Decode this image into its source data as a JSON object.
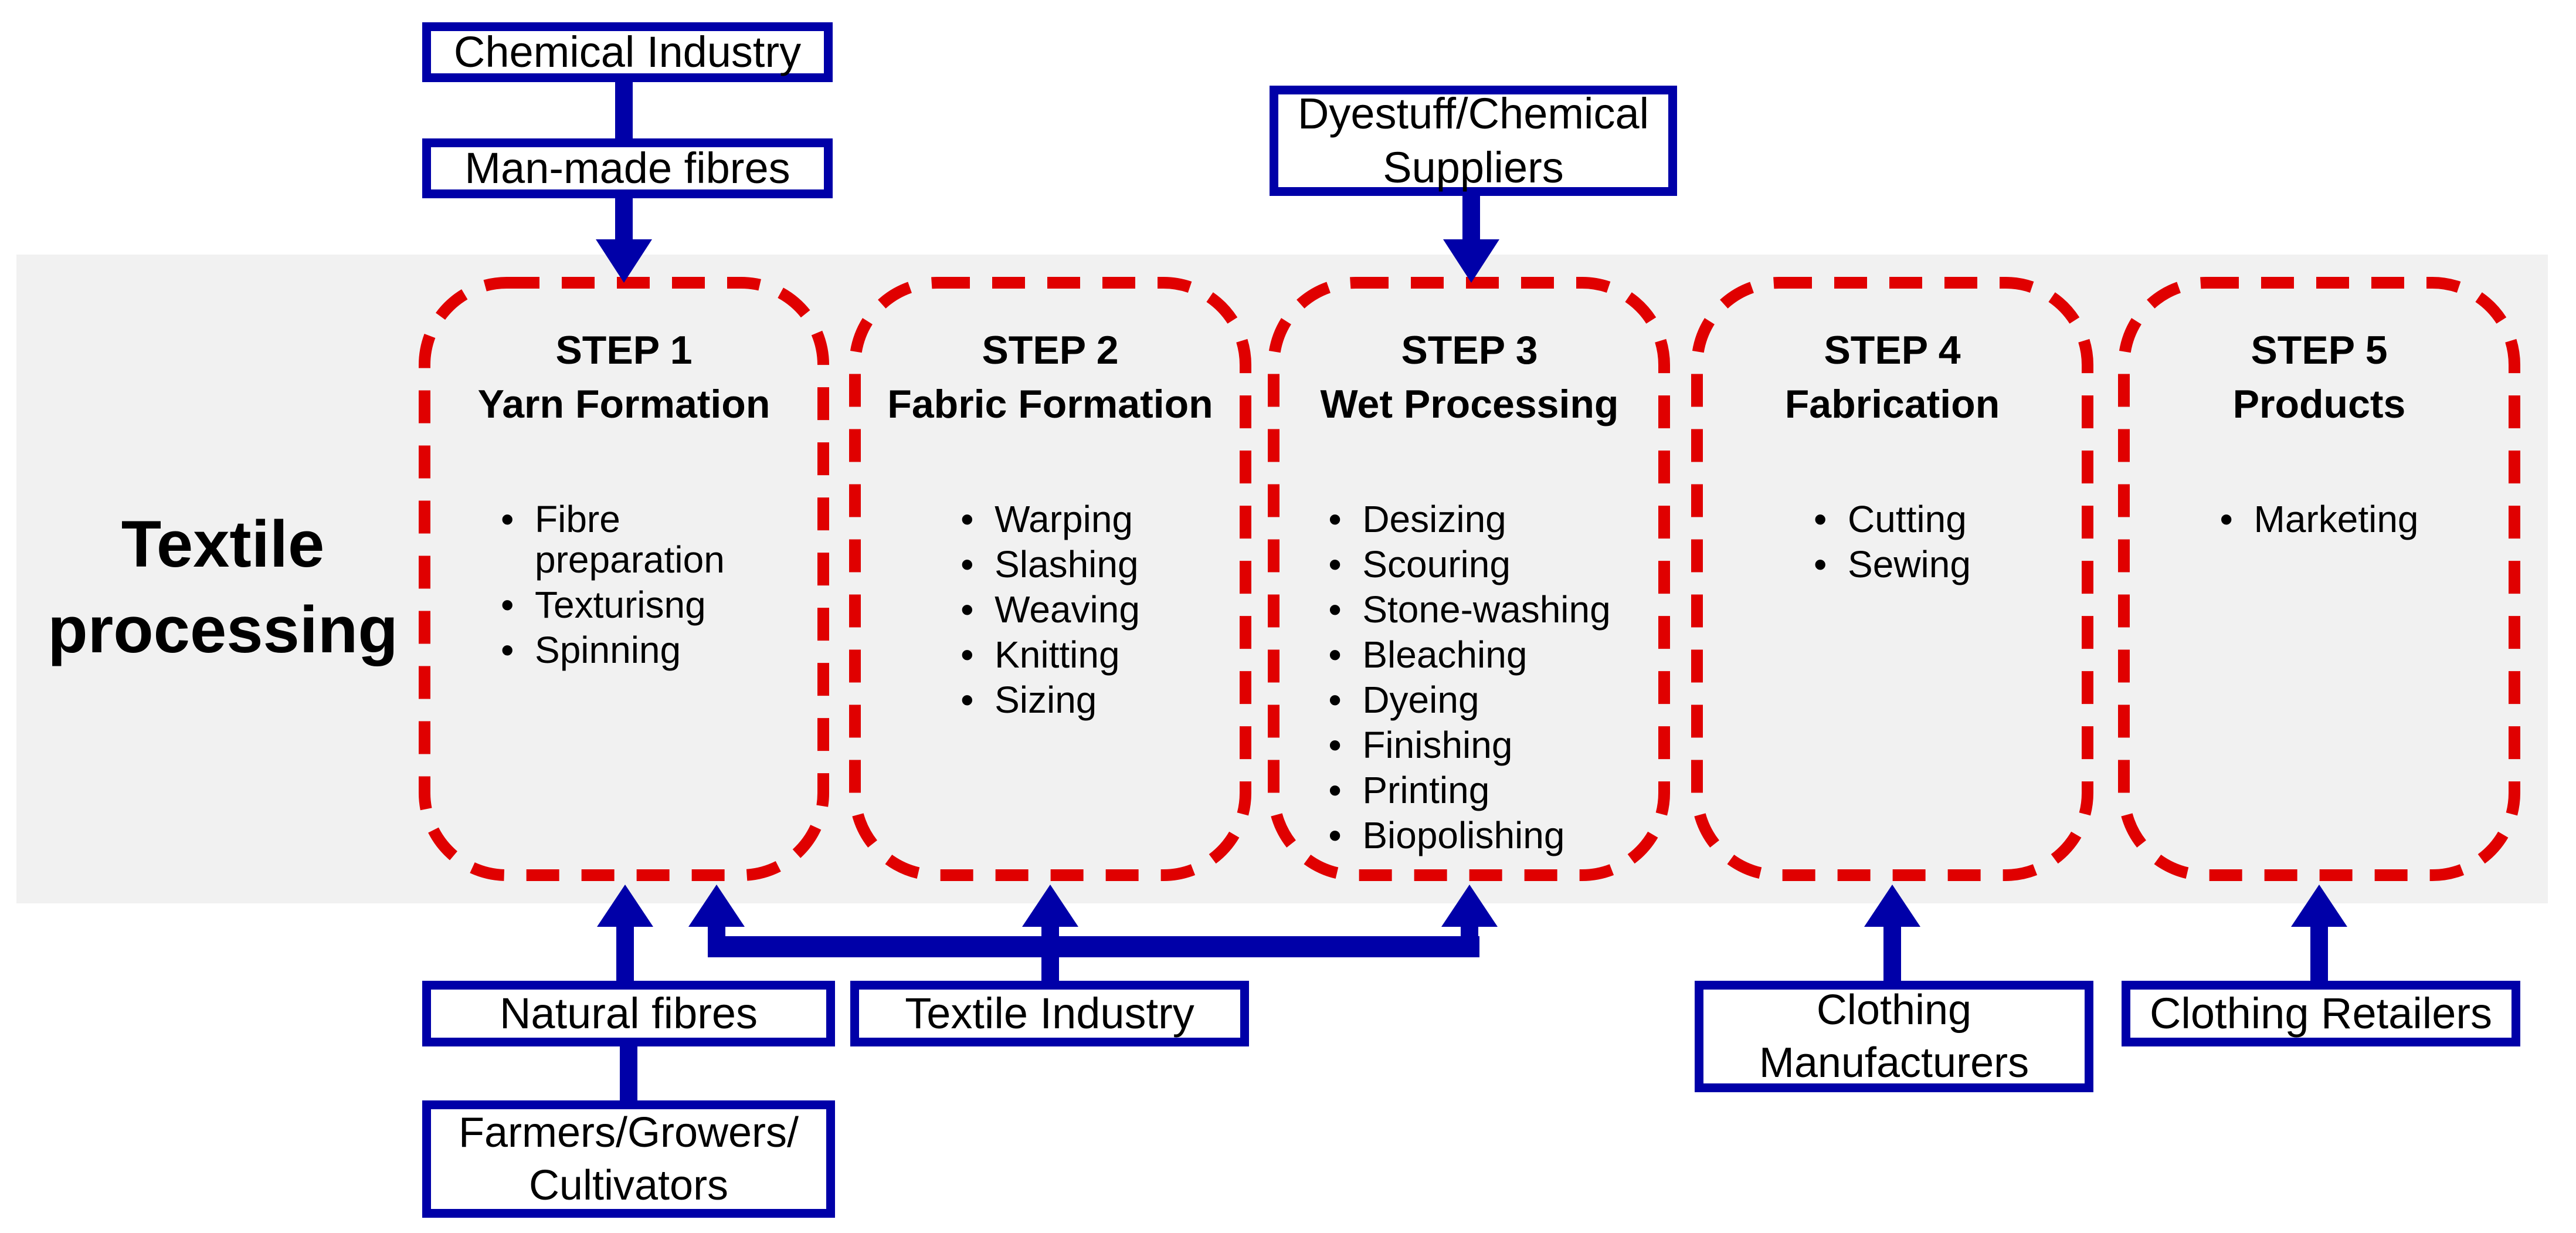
{
  "title": {
    "line1": "Textile",
    "line2": "processing"
  },
  "colors": {
    "accent_blue": "#0000a8",
    "dashed_red": "#e00000",
    "band_gray": "#f1f1f1",
    "text": "#000000"
  },
  "top": {
    "chemical": {
      "label": "Chemical Industry"
    },
    "manmade": {
      "label": "Man-made fibres"
    },
    "dyestuff": {
      "lines": [
        "Dyestuff/Chemical",
        "Suppliers"
      ]
    }
  },
  "steps": [
    {
      "step": "STEP 1",
      "name": "Yarn Formation",
      "items": [
        "Fibre preparation",
        "Texturisng",
        "Spinning"
      ]
    },
    {
      "step": "STEP 2",
      "name": "Fabric Formation",
      "items": [
        "Warping",
        "Slashing",
        "Weaving",
        "Knitting",
        "Sizing"
      ]
    },
    {
      "step": "STEP 3",
      "name": "Wet Processing",
      "items": [
        "Desizing",
        "Scouring",
        "Stone-washing",
        "Bleaching",
        "Dyeing",
        "Finishing",
        "Printing",
        "Biopolishing"
      ]
    },
    {
      "step": "STEP 4",
      "name": "Fabrication",
      "items": [
        "Cutting",
        "Sewing"
      ]
    },
    {
      "step": "STEP 5",
      "name": "Products",
      "items": [
        "Marketing"
      ]
    }
  ],
  "bottom": {
    "natural": {
      "label": "Natural fibres"
    },
    "textile_industry": {
      "label": "Textile Industry"
    },
    "farmers": {
      "lines": [
        "Farmers/Growers/",
        "Cultivators"
      ]
    },
    "manufacturers": {
      "lines": [
        "Clothing",
        "Manufacturers"
      ]
    },
    "retailers": {
      "label": "Clothing Retailers"
    }
  }
}
